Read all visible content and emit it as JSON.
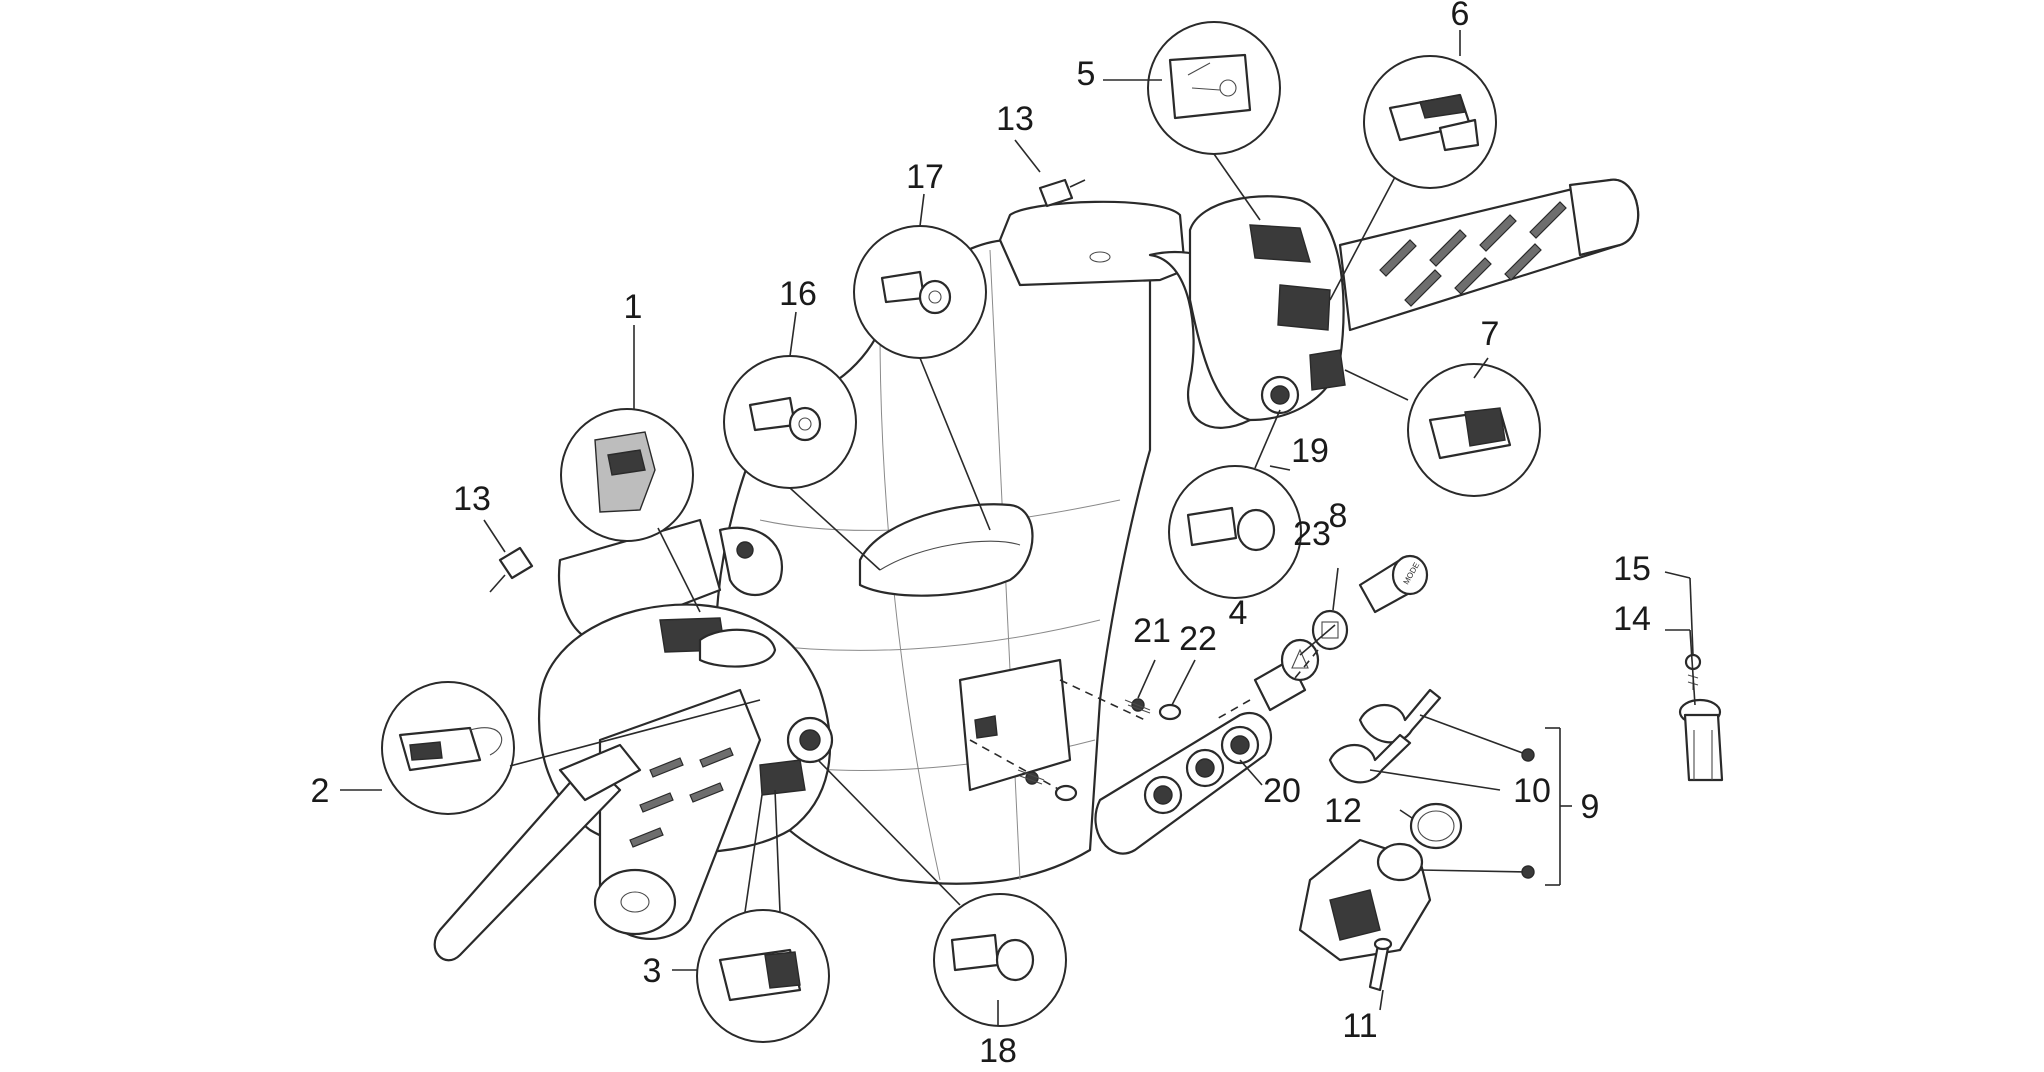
{
  "callouts": {
    "c1": "1",
    "c2": "2",
    "c3": "3",
    "c4": "4",
    "c5": "5",
    "c6": "6",
    "c7": "7",
    "c8": "8",
    "c9": "9",
    "c10": "10",
    "c11": "11",
    "c12": "12",
    "c13a": "13",
    "c13b": "13",
    "c14": "14",
    "c15": "15",
    "c16": "16",
    "c17": "17",
    "c18": "18",
    "c19": "19",
    "c20": "20",
    "c21": "21",
    "c22": "22",
    "c23": "23"
  },
  "button_marks": {
    "mode": "MODE"
  }
}
